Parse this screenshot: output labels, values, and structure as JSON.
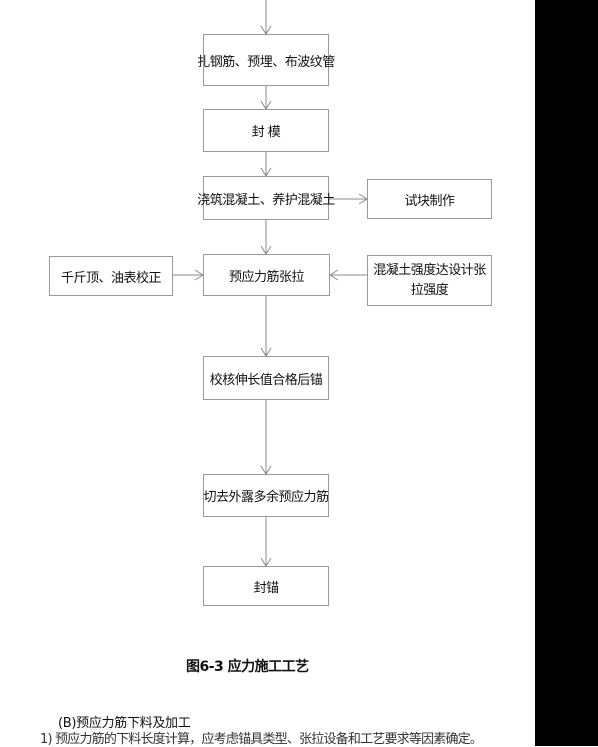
{
  "flowchart": {
    "step_tie_bars": "扎钢筋、预埋、布波纹管",
    "step_seal_form": "封 模",
    "step_pour": "浇筑混凝土、养护混凝土",
    "side_test_block": "试块制作",
    "side_jack": "千斤顶、油表校正",
    "step_tension": "预应力筋张拉",
    "side_strength": "混凝土强度达设计张拉强度",
    "step_check": "校核伸长值合格后锚",
    "step_cut": "切去外露多余预应力筋",
    "step_anchor": "封锚"
  },
  "caption": "图6-3  应力施工工艺",
  "section_heading": "(B)预应力筋下料及加工",
  "partial_line": "1) 预应力筋的下料长度计算，应考虑锚具类型、张拉设备和工艺要求等因素确定。"
}
